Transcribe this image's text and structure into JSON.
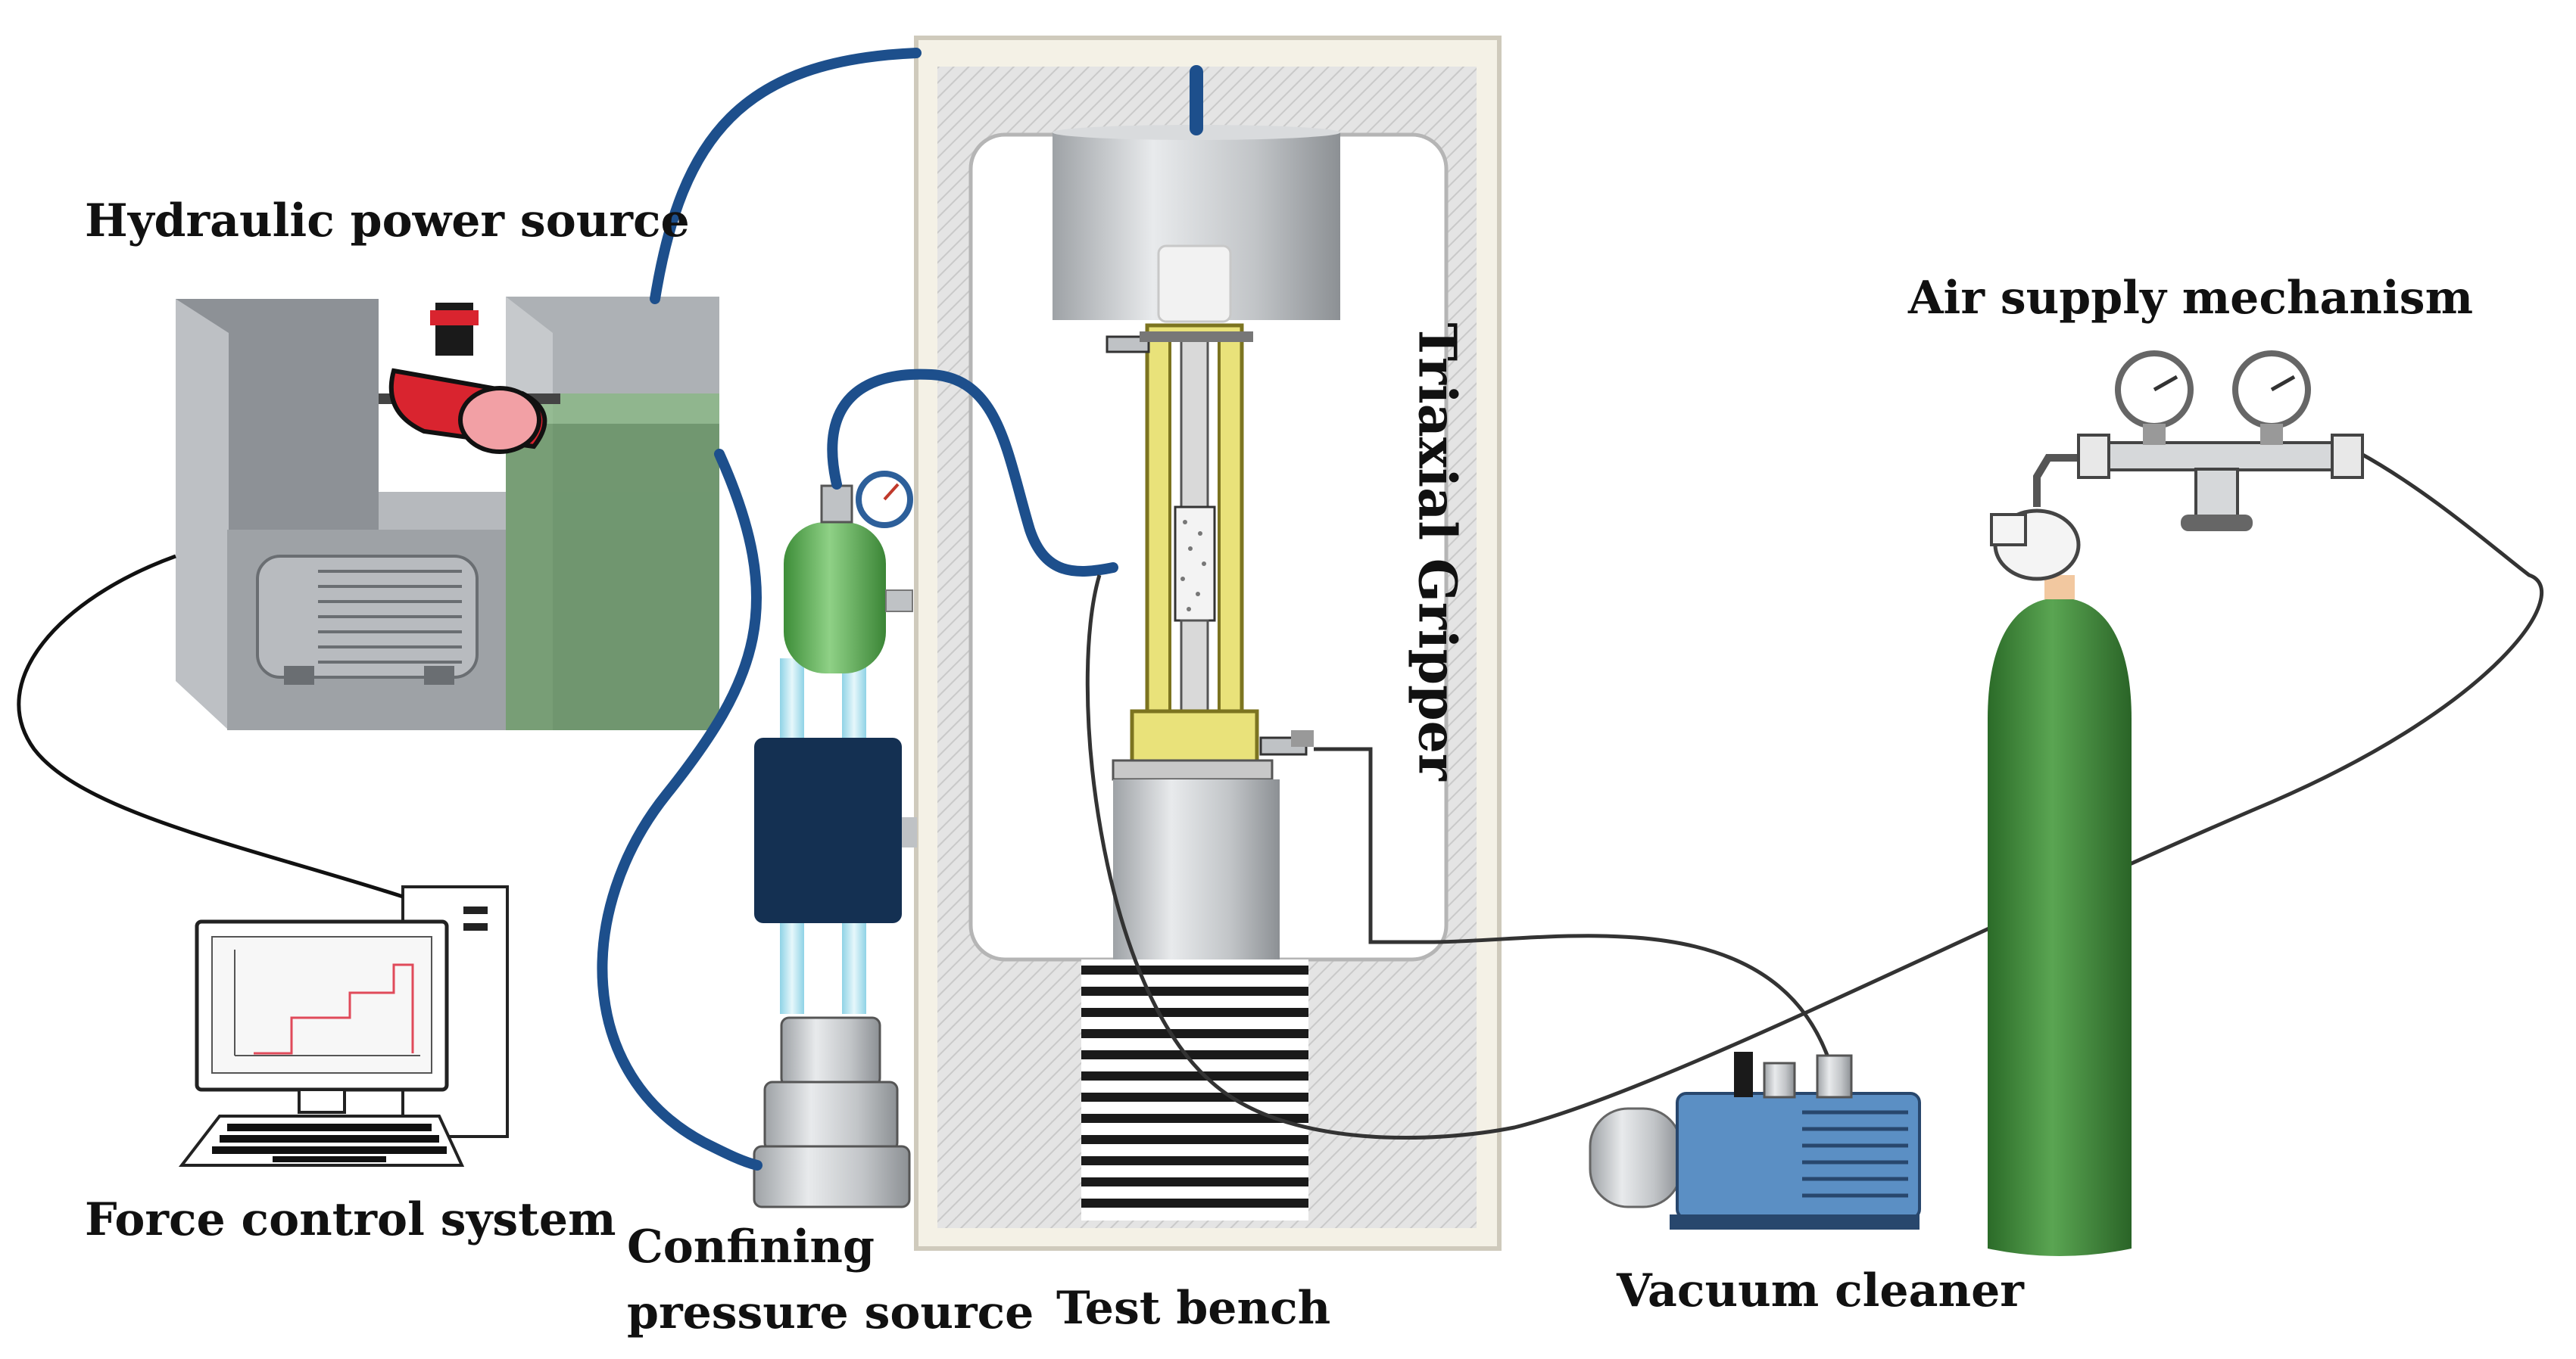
{
  "labels": {
    "hydraulic_power_source": "Hydraulic power source",
    "air_supply_mechanism": "Air supply mechanism",
    "triaxial_gripper": "Triaxial Gripper",
    "force_control_system": "Force control system",
    "confining_pressure_source_line1": "Confining",
    "confining_pressure_source_line2": "pressure source",
    "test_bench": "Test bench",
    "vacuum_cleaner": "Vacuum cleaner"
  },
  "colors": {
    "hose_blue": "#1d4f8c",
    "gas_cylinder_green": "#3e8a3a",
    "accumulator_green": "#4fa84a",
    "pump_block_navy": "#143052",
    "motor_red": "#d9242f",
    "gripper_yellow": "#e9e27a",
    "frame_beige": "#f4f1e6",
    "steel_grey": "#b9bcc0",
    "vacuum_blue": "#5b8fc4"
  },
  "icons": [
    "hydraulic-tank-icon",
    "electric-motor-icon",
    "computer-monitor-icon",
    "keyboard-icon",
    "pressure-gauge-icon",
    "gas-cylinder-icon",
    "vacuum-pump-icon"
  ]
}
